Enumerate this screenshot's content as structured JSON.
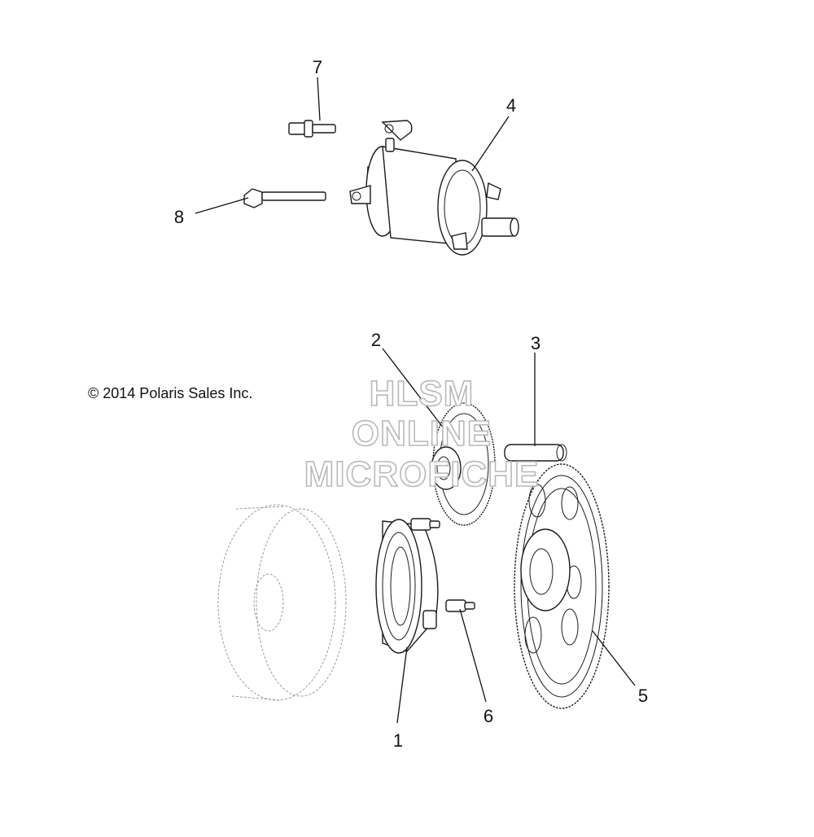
{
  "diagram": {
    "copyright": "© 2014 Polaris Sales Inc.",
    "watermark": [
      "HLSM",
      "ONLINE",
      "MICROFICHE"
    ],
    "callouts": {
      "c1": "1",
      "c2": "2",
      "c3": "3",
      "c4": "4",
      "c5": "5",
      "c6": "6",
      "c7": "7",
      "c8": "8"
    }
  }
}
